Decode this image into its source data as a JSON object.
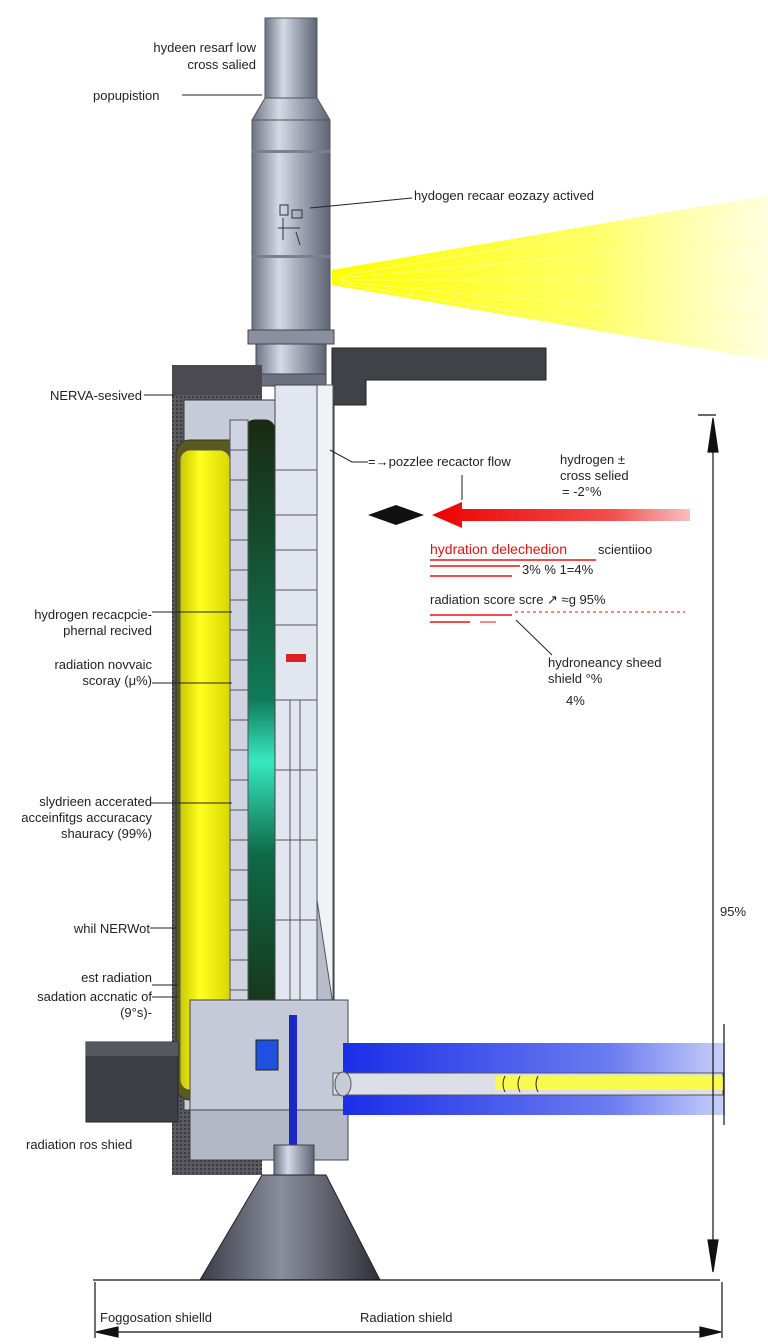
{
  "labels": {
    "top_title_1": "hydeen resarf low",
    "top_title_2": "cross salied",
    "propulsion": "popupistion",
    "reactor_activated": "hydogen recaar eozazy actived",
    "nerva_derived": "NERVA-sesived",
    "nozzle_flow": "=→pozzlee recactor flow",
    "hydrogen_cross_1": "hydrogen ±",
    "hydrogen_cross_2": "cross selied",
    "hydrogen_cross_3": "= -2°%",
    "hydration_title": "hydration delechedion",
    "hydration_title_2": "scientiioo",
    "hydration_value": "3% % 1=4%",
    "radiation_score": "radiation score scre ↗ ≈g 95%",
    "hydroneancy_1": "hydroneancy sheed",
    "hydroneancy_2": "shield °%",
    "hydroneancy_3": "4%",
    "left_hydrogen_1": "hydrogen recacpcie-",
    "left_hydrogen_2": "phernal recived",
    "left_radiation_1": "radiation novvaic",
    "left_radiation_2": "scoray (μ%)",
    "left_sydrieen_1": "slydrieen accerated",
    "left_sydrieen_2": "acceinfitgs accuracacy",
    "left_sydrieen_3": "shauracy (99%)",
    "left_nerwo": "whil NERWot",
    "left_est_1": "est radiation",
    "left_est_2": "sadation accnatic of",
    "left_est_3": "(9°s)-",
    "left_shield": "radiation ros shied",
    "dimension_value": "95%",
    "bottom_left": "Foggosation shielld",
    "bottom_center": "Radiation shield"
  },
  "colors": {
    "exhaust_yellow": "#ffff00",
    "core_yellow": "#f2f000",
    "coolant_green": "#1fd0a0",
    "flow_red": "#ee1010",
    "coolant_blue": "#2238ee",
    "steel": "#9ea4b4"
  }
}
